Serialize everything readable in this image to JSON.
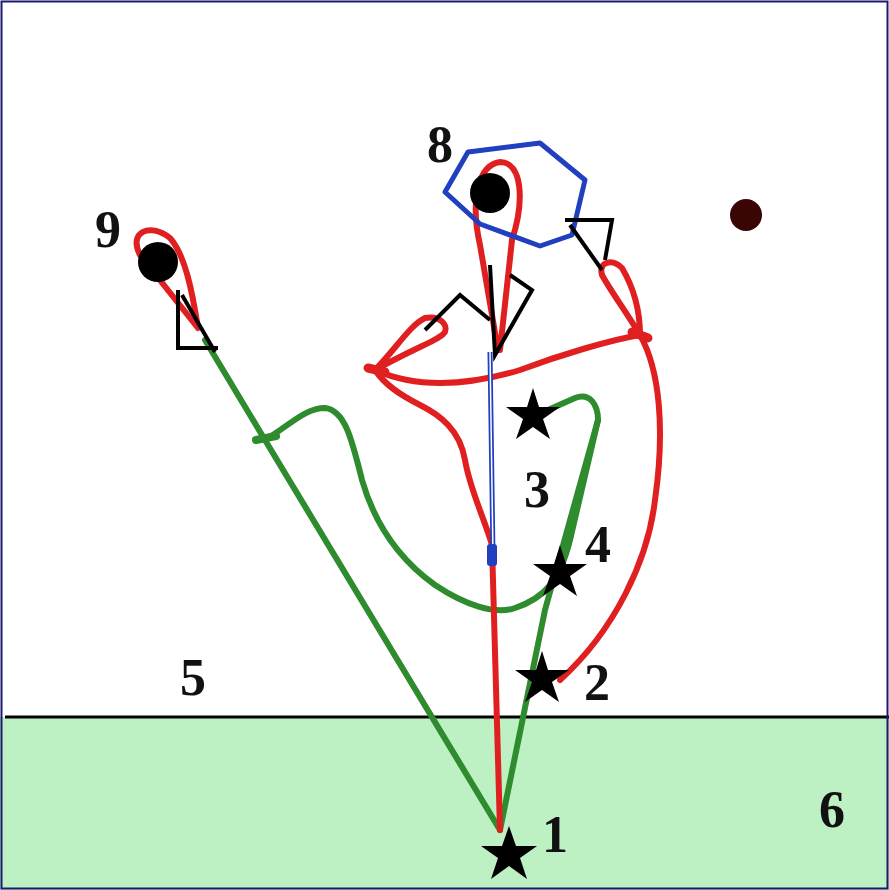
{
  "diagram": {
    "labels": [
      "8",
      "9",
      "3",
      "4",
      "5",
      "2",
      "6",
      "1"
    ]
  }
}
